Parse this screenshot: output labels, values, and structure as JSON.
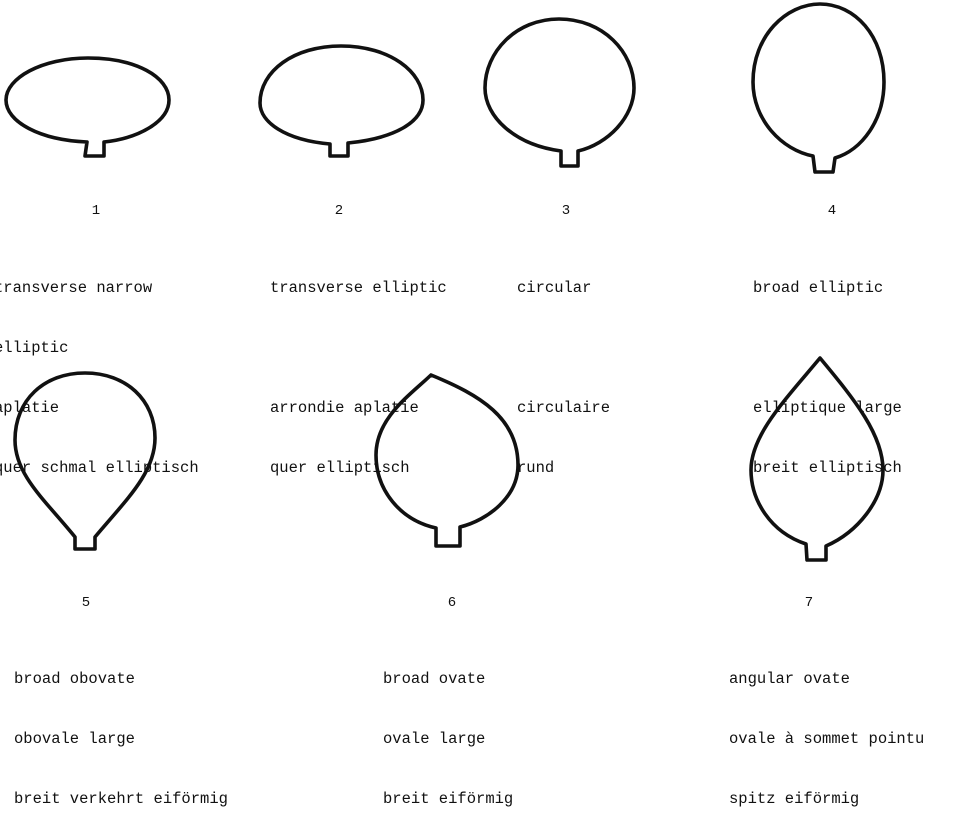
{
  "shapes": [
    {
      "number": "1",
      "label_lines": [
        "transverse narrow",
        "elliptic",
        "aplatie",
        "quer schmal elliptisch"
      ]
    },
    {
      "number": "2",
      "label_lines": [
        "transverse elliptic",
        "",
        "arrondie aplatie",
        "quer elliptisch"
      ]
    },
    {
      "number": "3",
      "label_lines": [
        "circular",
        "",
        "circulaire",
        "rund"
      ]
    },
    {
      "number": "4",
      "label_lines": [
        "broad elliptic",
        "",
        "elliptique large",
        "breit elliptisch"
      ]
    },
    {
      "number": "5",
      "label_lines": [
        "broad obovate",
        "obovale large",
        "breit verkehrt eiförmig"
      ]
    },
    {
      "number": "6",
      "label_lines": [
        "broad ovate",
        "ovale large",
        "breit eiförmig"
      ]
    },
    {
      "number": "7",
      "label_lines": [
        "angular ovate",
        "ovale à sommet pointu",
        "spitz eiförmig"
      ]
    }
  ]
}
